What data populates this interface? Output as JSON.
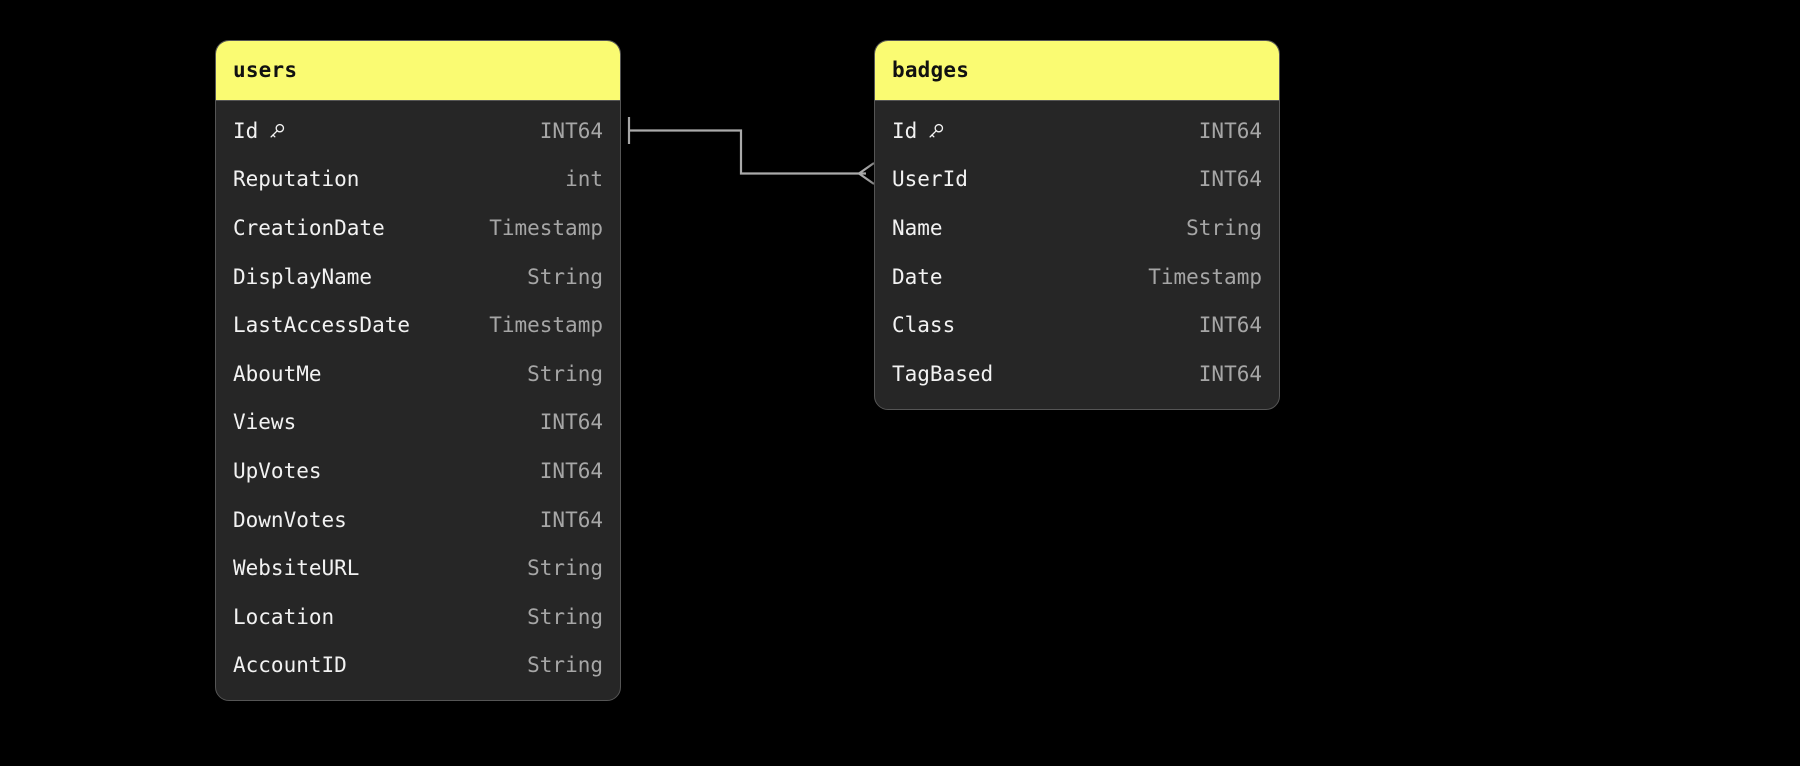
{
  "diagram": {
    "type": "entity-relationship-diagram",
    "background_color": "#000000",
    "card_background": "#262626",
    "header_color": "#FAFB72",
    "header_text_color": "#111111",
    "field_name_color": "#F2F2F2",
    "field_type_color": "#A6A6A6",
    "connector_color": "#AAAAAA",
    "border_color": "#555555"
  },
  "entities": [
    {
      "name": "users",
      "key_icon": "key-icon",
      "fields": [
        {
          "name": "Id",
          "type": "INT64",
          "primary_key": true
        },
        {
          "name": "Reputation",
          "type": "int",
          "primary_key": false
        },
        {
          "name": "CreationDate",
          "type": "Timestamp",
          "primary_key": false
        },
        {
          "name": "DisplayName",
          "type": "String",
          "primary_key": false
        },
        {
          "name": "LastAccessDate",
          "type": "Timestamp",
          "primary_key": false
        },
        {
          "name": "AboutMe",
          "type": "String",
          "primary_key": false
        },
        {
          "name": "Views",
          "type": "INT64",
          "primary_key": false
        },
        {
          "name": "UpVotes",
          "type": "INT64",
          "primary_key": false
        },
        {
          "name": "DownVotes",
          "type": "INT64",
          "primary_key": false
        },
        {
          "name": "WebsiteURL",
          "type": "String",
          "primary_key": false
        },
        {
          "name": "Location",
          "type": "String",
          "primary_key": false
        },
        {
          "name": "AccountID",
          "type": "String",
          "primary_key": false
        }
      ]
    },
    {
      "name": "badges",
      "key_icon": "key-icon",
      "fields": [
        {
          "name": "Id",
          "type": "INT64",
          "primary_key": true
        },
        {
          "name": "UserId",
          "type": "INT64",
          "primary_key": false
        },
        {
          "name": "Name",
          "type": "String",
          "primary_key": false
        },
        {
          "name": "Date",
          "type": "Timestamp",
          "primary_key": false
        },
        {
          "name": "Class",
          "type": "INT64",
          "primary_key": false
        },
        {
          "name": "TagBased",
          "type": "INT64",
          "primary_key": false
        }
      ]
    }
  ],
  "relationships": [
    {
      "from_entity": "users",
      "from_field": "Id",
      "from_cardinality": "one",
      "to_entity": "badges",
      "to_field": "UserId",
      "to_cardinality": "many"
    }
  ]
}
